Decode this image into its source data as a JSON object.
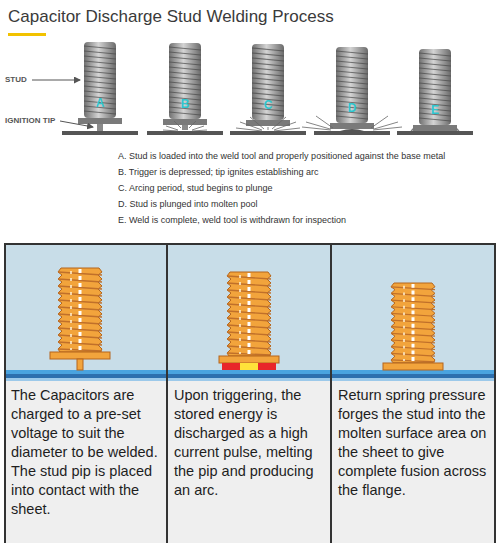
{
  "diagram": {
    "title": "Capacitor Discharge Stud Welding Process",
    "nodes": [
      {
        "text": [
          "The Capacitors are charged to a pre-set voltage to suit the diameter to be welded. The stud pip is placed into contact with the sheet."
        ]
      },
      {
        "text": [
          "Upon triggering, the stored energy is discharged as a high current pulse, melting the pip and producing an arc."
        ]
      },
      {
        "text": [
          "Return spring pressure forges the stud into the molten surface area on the sheet to give complete fusion across the flange."
        ]
      }
    ],
    "labels": [
      "STUD",
      "IGNITION TIP",
      "A",
      "B",
      "C",
      "D",
      "E",
      "A. Stud is loaded into the weld tool and properly positioned against the base metal",
      "B. Trigger is depressed; tip ignites establishing arc",
      "C. Arcing period, stud begins to plunge",
      "D. Stud is plunged into molten pool",
      "E. Weld is complete, weld tool is withdrawn for inspection"
    ]
  }
}
